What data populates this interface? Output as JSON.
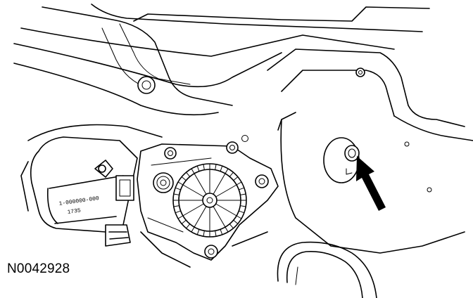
{
  "figure": {
    "reference_number": "N0042928",
    "motor_label_line1": "1-000000-000",
    "motor_label_line2": "1735"
  }
}
